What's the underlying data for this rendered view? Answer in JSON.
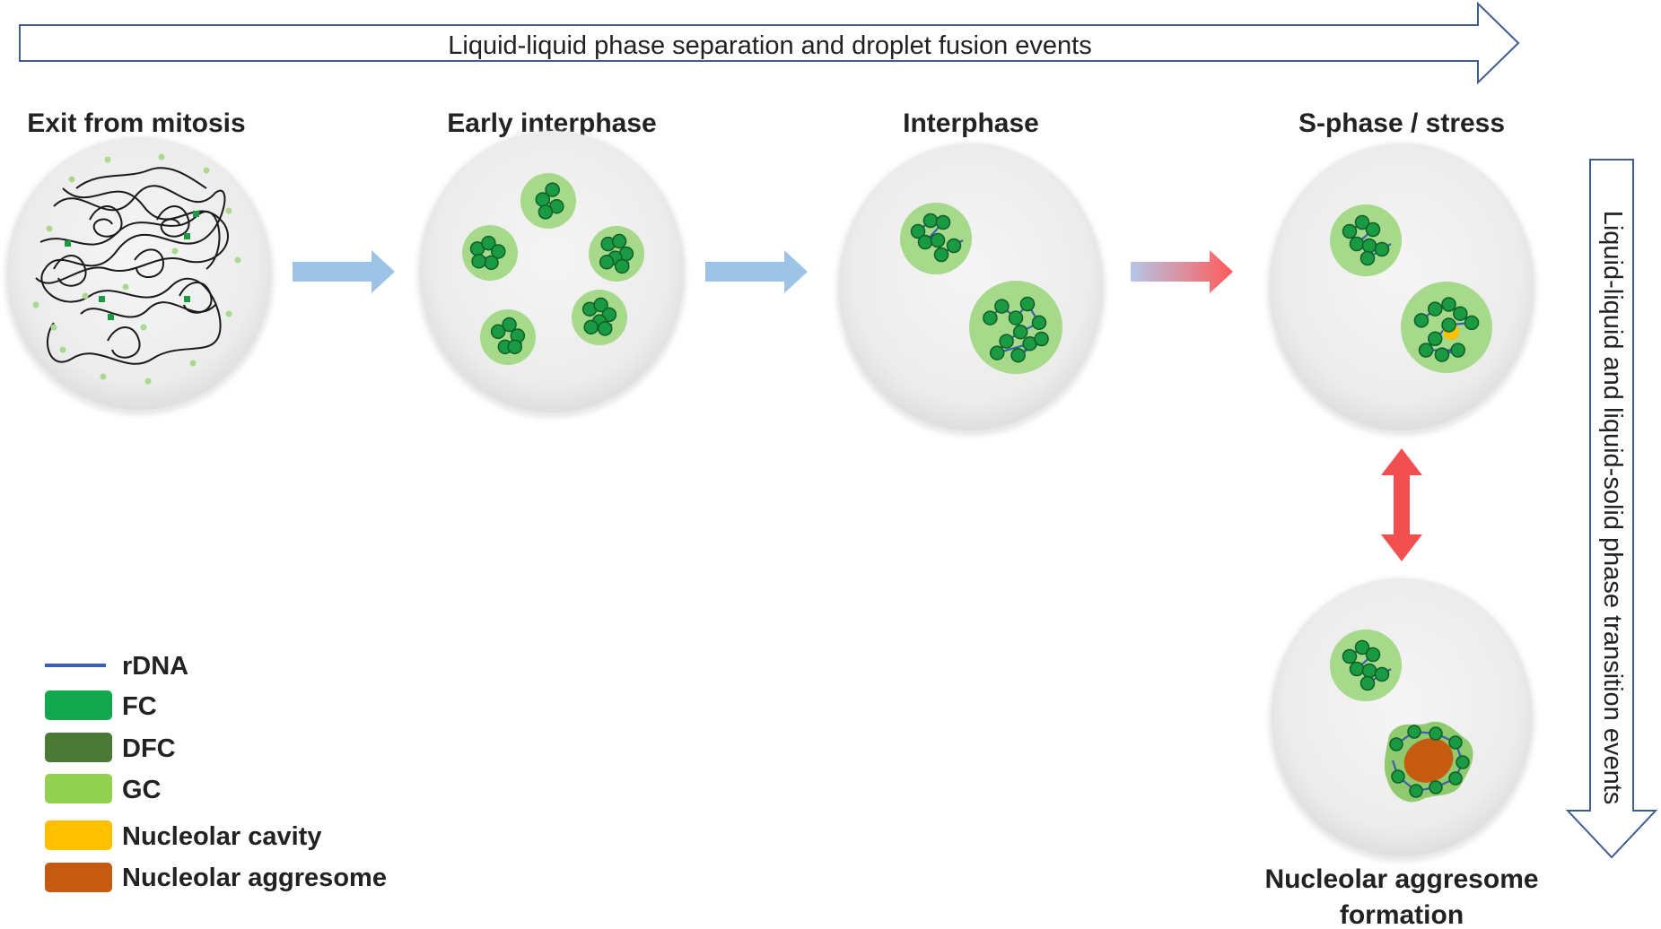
{
  "banners": {
    "top": "Liquid-liquid phase separation and droplet fusion events",
    "right": "Liquid-liquid and liquid-solid phase transition events"
  },
  "stages": [
    {
      "title": "Exit from mitosis"
    },
    {
      "title": "Early interphase"
    },
    {
      "title": "Interphase"
    },
    {
      "title": "S-phase / stress"
    }
  ],
  "aggresome_stage": {
    "title_line1": "Nucleolar aggresome",
    "title_line2": "formation"
  },
  "legend": [
    {
      "label": "rDNA",
      "color": "#3a5fb0",
      "kind": "line"
    },
    {
      "label": "FC",
      "color": "#12a84e",
      "kind": "box"
    },
    {
      "label": "DFC",
      "color": "#4a7a35",
      "kind": "box"
    },
    {
      "label": "GC",
      "color": "#92d050",
      "kind": "box"
    },
    {
      "label": "Nucleolar cavity",
      "color": "#ffc000",
      "kind": "box"
    },
    {
      "label": "Nucleolar aggresome",
      "color": "#c55a11",
      "kind": "box"
    }
  ],
  "colors": {
    "gc_fill": "#a6d98a",
    "fc_dot": "#1a9a42",
    "fc_stroke": "#0d5f27",
    "rdna": "#3a5fb0",
    "chromatin": "#1a1a1a",
    "blue_arrow": "#9dc3e6",
    "red_arrow": "#f25050",
    "banner_stroke": "#3d5f8f"
  }
}
